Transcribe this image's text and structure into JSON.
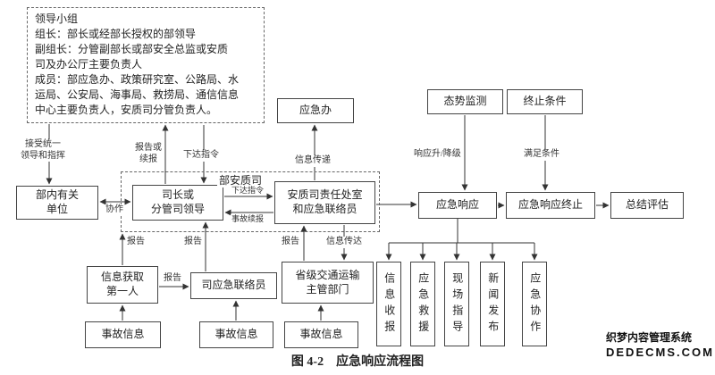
{
  "caption": "图 4-2　应急响应流程图",
  "watermark": {
    "line1": "织梦内容管理系统",
    "line2": "DEDECMS.COM"
  },
  "nodes": {
    "leadership": "领导小组\n组长：部长或经部长授权的部领导\n副组长：分管副部长或部安全总监或安质\n司及办公厅主要负责人\n成员：部应急办、政策研究室、公路局、水\n运局、公安局、海事局、救捞局、通信信息\n中心主要负责人，安质司分管负责人。",
    "emergency_office": "应急办",
    "situation_monitoring": "态势监测",
    "termination_conditions": "终止条件",
    "internal_units": "部内有关\n单位",
    "safety_quality_dept": "部安质司",
    "director": "司长或\n分管司领导",
    "responsible_office": "安质司责任处室\n和应急联络员",
    "emergency_response": "应急响应",
    "response_termination": "应急响应终止",
    "summary_evaluation": "总结评估",
    "first_informed": "信息获取\n第一人",
    "dept_liaison": "司应急联络员",
    "provincial_dept": "省级交通运输\n主管部门",
    "accident_info_1": "事故信息",
    "accident_info_2": "事故信息",
    "accident_info_3": "事故信息",
    "info_reporting": "信息收报",
    "emergency_rescue": "应急救援",
    "onsite_guidance": "现场指导",
    "news_release": "新闻发布",
    "emergency_cooperation": "应急协作"
  },
  "edge_labels": {
    "accept_leadership": "接受统一\n领导和指挥",
    "report_or_continue": "报告或\n续报",
    "issue_orders_1": "下达指令",
    "info_transfer": "信息传递",
    "response_level": "响应升/降级",
    "meet_conditions": "满足条件",
    "cooperation": "协作",
    "issue_orders_2": "下达指令",
    "accident_continue_report": "事故续报",
    "report_1": "报告",
    "report_2": "报告",
    "report_3": "报告",
    "report_4": "报告",
    "info_convey": "信息传达"
  }
}
